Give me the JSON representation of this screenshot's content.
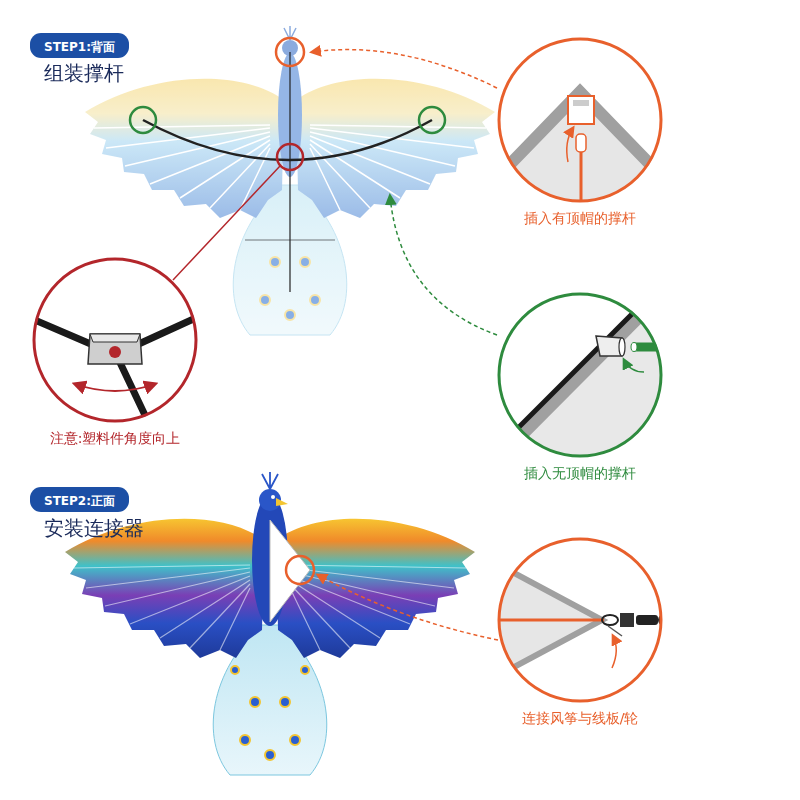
{
  "diagram": {
    "nodes": [
      {
        "text": [
          "STEP1:背面"
        ]
      },
      {
        "text": [
          "插入有顶帽的撑杆"
        ]
      },
      {
        "text": [
          "注意:塑料件角度向上"
        ]
      },
      {
        "text": [
          "插入无顶帽的撑杆"
        ]
      },
      {
        "text": [
          "STEP2:正面"
        ]
      },
      {
        "text": [
          "连接风筝与线板/轮"
        ]
      }
    ],
    "labels": [
      "组装撑杆",
      "安装连接器"
    ]
  }
}
